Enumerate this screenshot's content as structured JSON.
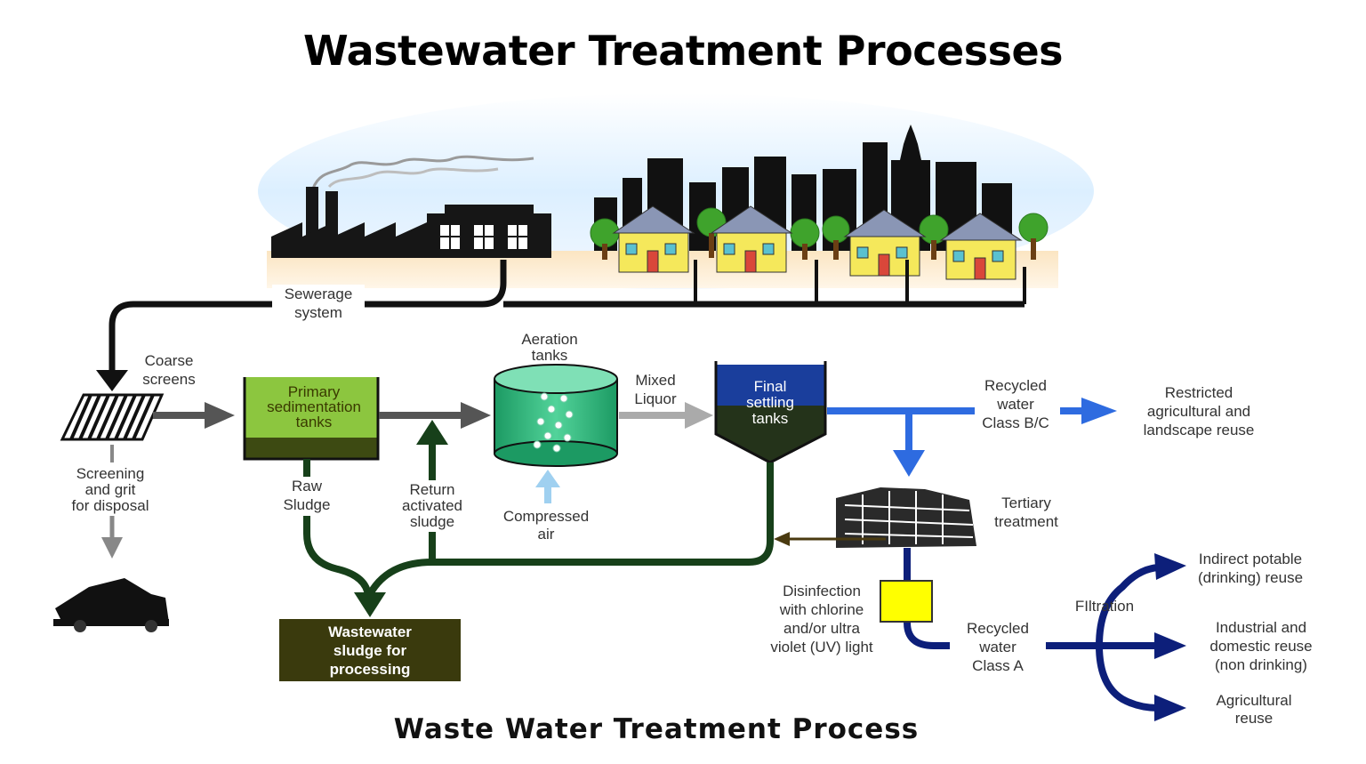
{
  "title": "Wastewater Treatment Processes",
  "caption": "Waste Water Treatment Process",
  "labels": {
    "sewerage": [
      "Sewerage",
      "system"
    ],
    "coarse_screens": [
      "Coarse",
      "screens"
    ],
    "screening": [
      "Screening",
      "and grit",
      "for disposal"
    ],
    "primary": [
      "Primary",
      "sedimentation",
      "tanks"
    ],
    "aeration": [
      "Aeration",
      "tanks"
    ],
    "mixed_liquor": [
      "Mixed",
      "Liquor"
    ],
    "final_settling": [
      "Final",
      "settling",
      "tanks"
    ],
    "raw_sludge": [
      "Raw",
      "Sludge"
    ],
    "return_sludge": [
      "Return",
      "activated",
      "sludge"
    ],
    "compressed_air": [
      "Compressed",
      "air"
    ],
    "sludge_processing": [
      "Wastewater",
      "sludge for",
      "processing"
    ],
    "recycled_bc": [
      "Recycled",
      "water",
      "Class B/C"
    ],
    "restricted": [
      "Restricted",
      "agricultural and",
      "landscape reuse"
    ],
    "tertiary": [
      "Tertiary",
      "treatment"
    ],
    "disinfection": [
      "Disinfection",
      "with chlorine",
      "and/or ultra",
      "violet (UV) light"
    ],
    "recycled_a": [
      "Recycled",
      "water",
      "Class A"
    ],
    "filtration": [
      "FIltration"
    ],
    "indirect_potable": [
      "Indirect potable",
      "(drinking) reuse"
    ],
    "industrial": [
      "Industrial and",
      "domestic reuse",
      "(non drinking)"
    ],
    "agricultural": [
      "Agricultural",
      "reuse"
    ]
  },
  "colors": {
    "sewer": "#111111",
    "screen_flow": "#555555",
    "disposal_flow": "#888888",
    "primary_tank": "#8cc63f",
    "primary_sludge": "#3d4a12",
    "aeration_tank": "#2fb27a",
    "air": "#9fd0f0",
    "settling_water": "#1a3e9c",
    "settling_sludge": "#24331a",
    "sludge_line": "#17401a",
    "sludge_box": "#3a3a0d",
    "recycled_bc": "#2e6be0",
    "class_a": "#0d1f7a",
    "uv_box": "#ffff00",
    "tertiary_return": "#4a3a10"
  }
}
